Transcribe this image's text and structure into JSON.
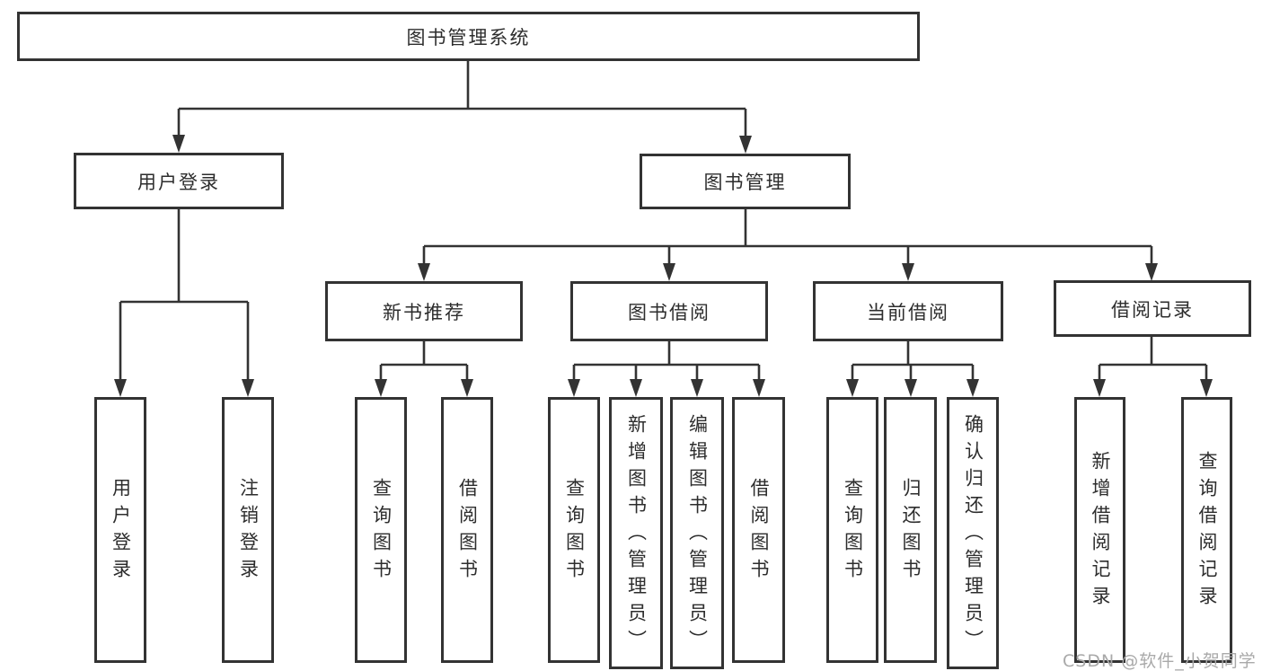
{
  "title": {
    "label": "图书管理系统"
  },
  "level2": [
    {
      "label": "用户登录"
    },
    {
      "label": "图书管理"
    }
  ],
  "level3": [
    {
      "label": "新书推荐"
    },
    {
      "label": "图书借阅"
    },
    {
      "label": "当前借阅"
    },
    {
      "label": "借阅记录"
    }
  ],
  "leaves": [
    {
      "label": "用户登录"
    },
    {
      "label": "注销登录"
    },
    {
      "label": "查询图书"
    },
    {
      "label": "借阅图书"
    },
    {
      "label": "查询图书"
    },
    {
      "label": "新增图书（管理员）"
    },
    {
      "label": "编辑图书（管理员）"
    },
    {
      "label": "借阅图书"
    },
    {
      "label": "查询图书"
    },
    {
      "label": "归还图书"
    },
    {
      "label": "确认归还（管理员）"
    },
    {
      "label": "新增借阅记录"
    },
    {
      "label": "查询借阅记录"
    }
  ],
  "watermark": {
    "label": "CSDN @软件_小贺同学"
  },
  "colors": {
    "line": "#333333",
    "text": "#2d2d2d",
    "watermark": "#a9a9a9",
    "background": "#ffffff"
  }
}
